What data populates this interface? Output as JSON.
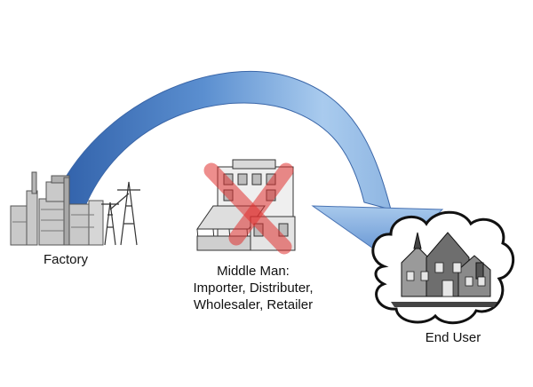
{
  "diagram": {
    "nodes": {
      "factory": {
        "label": "Factory"
      },
      "middle_man": {
        "label_lines": [
          "Middle Man:",
          "Importer, Distributer,",
          "Wholesaler, Retailer"
        ],
        "crossed_out": true
      },
      "end_user": {
        "label": "End User"
      }
    },
    "arrow": {
      "from": "factory",
      "to": "end_user",
      "color_light": "#9ec3ea",
      "color_dark": "#2f5fa8"
    },
    "cross_color": "#e0322f"
  }
}
